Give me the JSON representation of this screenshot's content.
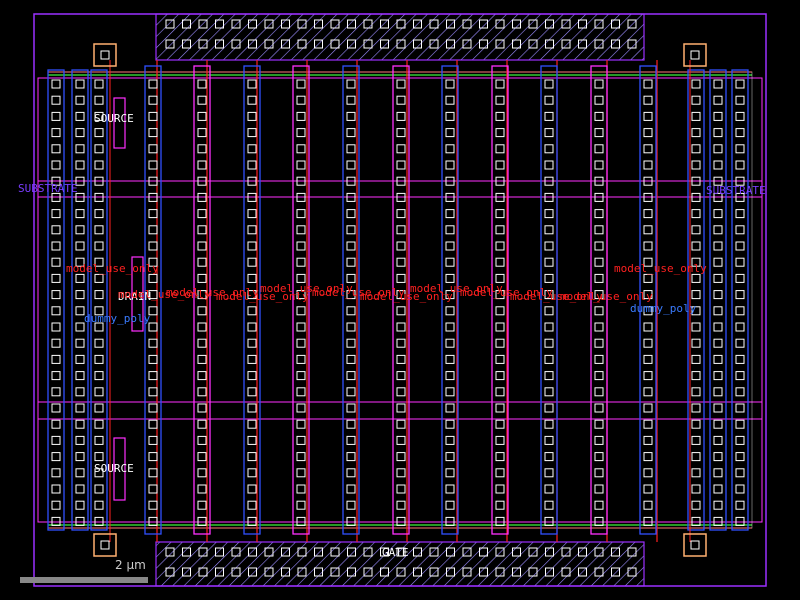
{
  "labels": {
    "source": "SOURCE",
    "drain": "DRAIN",
    "gate": "GATE",
    "substrate": "SUBSTRATE",
    "model_use_only": "model_use_only",
    "dummy_poly": "dummy_poly"
  },
  "scale_bar": {
    "label": "2 µm"
  },
  "colors": {
    "background": "#000000",
    "nwell": "#9b30ff",
    "poly": "#ff2020",
    "diffusion_green": "#33cc33",
    "metal1": "#3050ff",
    "metal_magenta": "#ff30ff",
    "contact": "#ffffff",
    "label_white": "#ffffff",
    "label_red": "#ff2020",
    "label_blue": "#3a7bff",
    "label_purple": "#7a3dff",
    "hatch": "#9b8cff",
    "pad_orange": "#ffb070"
  }
}
